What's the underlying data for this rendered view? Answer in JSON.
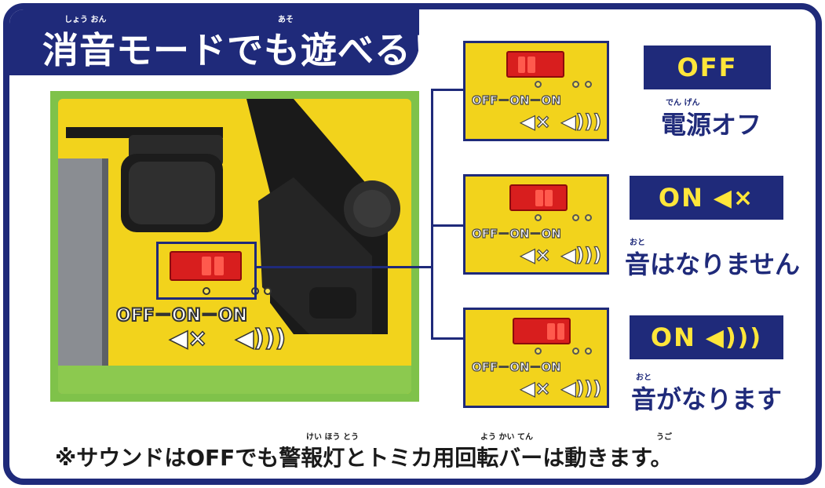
{
  "title": {
    "text": "消音モードでも遊べる！",
    "ruby_shouon": "しょう おん",
    "ruby_asobe": "あそ"
  },
  "photo": {
    "switch_label": "OFF－ON－ON",
    "speaker_mute": "◀×",
    "speaker_on": "◀)))"
  },
  "panels": [
    {
      "label": "OFF－ON－ON",
      "spk_mute": "◀×",
      "spk_on": "◀)))",
      "badge": "OFF",
      "badge_icon": "",
      "desc": "電源オフ",
      "ruby": "でん げん"
    },
    {
      "label": "OFF－ON－ON",
      "spk_mute": "◀×",
      "spk_on": "◀)))",
      "badge": "ON",
      "badge_icon": "◀×",
      "desc": "音はなりません",
      "ruby": "おと"
    },
    {
      "label": "OFF－ON－ON",
      "spk_mute": "◀×",
      "spk_on": "◀)))",
      "badge": "ON",
      "badge_icon": "◀)))",
      "desc": "音がなります",
      "ruby": "おと"
    }
  ],
  "footnote": {
    "text": "※サウンドはOFFでも警報灯とトミカ用回転バーは動きます。",
    "ruby_keihoutou": "けい ほう とう",
    "ruby_youkaiten": "よう かい てん",
    "ruby_ugo": "うご"
  },
  "colors": {
    "navy": "#1f2a7a",
    "yellow": "#f2d31c",
    "badge_text": "#ffe63a",
    "switch_red": "#d81e1e",
    "green": "#7fc24a"
  }
}
